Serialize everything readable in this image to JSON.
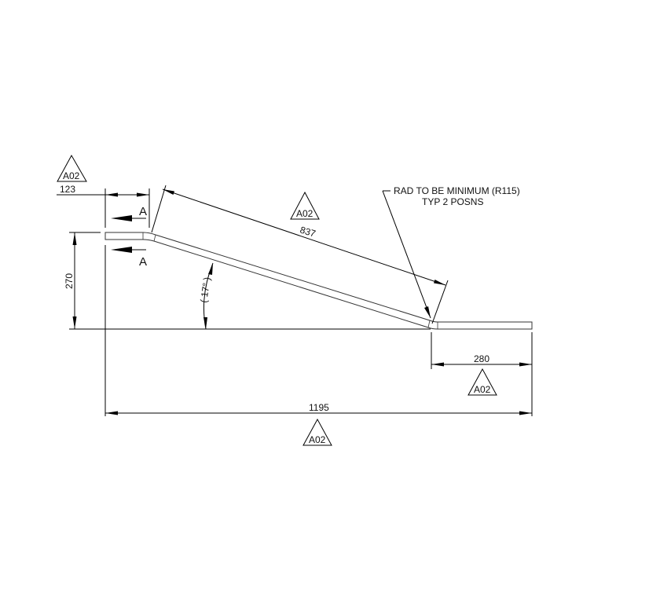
{
  "drawing": {
    "revision_tag": "A02",
    "dimensions": {
      "top_left_offset": "123",
      "slope_length": "837",
      "height": "270",
      "angle": "17°",
      "right_flat_length": "280",
      "overall_length": "1195"
    },
    "section_marker_top": "A",
    "section_marker_bottom": "A",
    "note_line1": "RAD TO BE MINIMUM (R115)",
    "note_line2": "TYP 2 POSNS"
  }
}
